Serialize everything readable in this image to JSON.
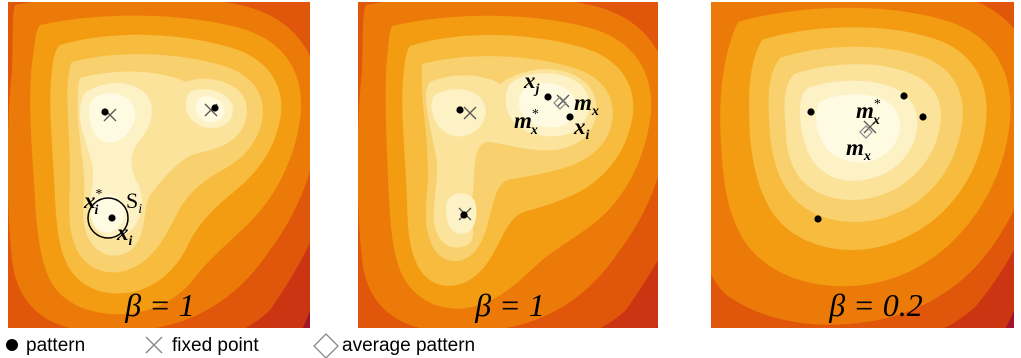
{
  "colors": {
    "levels": [
      "#6e0a2a",
      "#a3152a",
      "#cc3512",
      "#e0560a",
      "#ec7a09",
      "#f39c12",
      "#f7bb3e",
      "#f9d06e",
      "#fbe39c",
      "#fdf1c6",
      "#fffbe3"
    ],
    "marker": "#000000",
    "diamond": "#888888"
  },
  "panels": [
    {
      "id": "panel-1",
      "beta_label": "β = 1",
      "points": [
        [
          105,
          112
        ],
        [
          215,
          108
        ],
        [
          112,
          218
        ]
      ],
      "crosses": [
        [
          110,
          115
        ],
        [
          211,
          110
        ]
      ],
      "circle": [
        108,
        218,
        20
      ],
      "labels": {
        "fixed_main": "x",
        "fixed_sub": "i",
        "fixed_sup": "*",
        "set_main": "S",
        "set_sub": "i",
        "pattern_main": "x",
        "pattern_sub": "i"
      }
    },
    {
      "id": "panel-2",
      "beta_label": "β = 1",
      "points": [
        [
          460,
          110
        ],
        [
          548,
          97
        ],
        [
          570,
          117
        ],
        [
          464,
          215
        ]
      ],
      "crosses": [
        [
          470,
          113
        ],
        [
          563,
          101
        ],
        [
          465,
          214
        ]
      ],
      "diamond": [
        560,
        103
      ],
      "labels": {
        "xj_main": "x",
        "xj_sub": "j",
        "mstar_main": "m",
        "mstar_sub": "x",
        "mstar_sup": "*",
        "m_main": "m",
        "m_sub": "x",
        "xi_main": "x",
        "xi_sub": "i"
      }
    },
    {
      "id": "panel-3",
      "beta_label": "β = 0.2",
      "points": [
        [
          811,
          112
        ],
        [
          904,
          96
        ],
        [
          923,
          117
        ],
        [
          818,
          219
        ]
      ],
      "crosses": [
        [
          870,
          127
        ]
      ],
      "diamond": [
        866,
        132
      ],
      "labels": {
        "mstar_main": "m",
        "mstar_sub": "x",
        "mstar_sup": "*",
        "m_main": "m",
        "m_sub": "x"
      }
    }
  ],
  "legend": {
    "pattern": "pattern",
    "fixed_point": "fixed point",
    "average_pattern": "average pattern"
  }
}
